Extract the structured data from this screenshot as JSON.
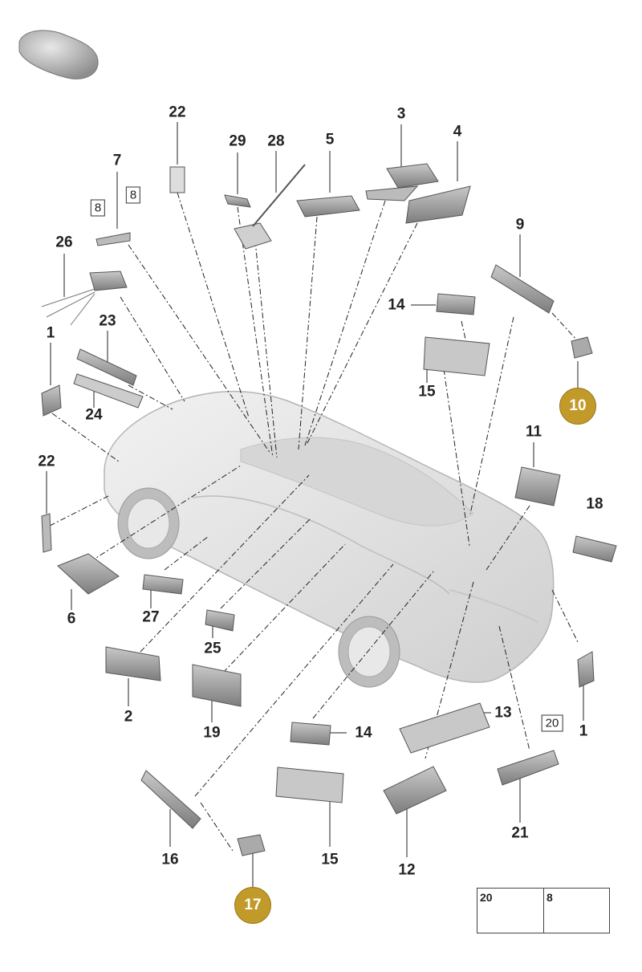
{
  "callouts": [
    {
      "id": "c22a",
      "text": "22"
    },
    {
      "id": "c29",
      "text": "29"
    },
    {
      "id": "c28",
      "text": "28"
    },
    {
      "id": "c5",
      "text": "5"
    },
    {
      "id": "c3",
      "text": "3"
    },
    {
      "id": "c4",
      "text": "4"
    },
    {
      "id": "c7",
      "text": "7"
    },
    {
      "id": "c26",
      "text": "26"
    },
    {
      "id": "c9",
      "text": "9"
    },
    {
      "id": "c14a",
      "text": "14"
    },
    {
      "id": "c23",
      "text": "23"
    },
    {
      "id": "c1a",
      "text": "1"
    },
    {
      "id": "c15a",
      "text": "15"
    },
    {
      "id": "c24",
      "text": "24"
    },
    {
      "id": "c22b",
      "text": "22"
    },
    {
      "id": "c11",
      "text": "11"
    },
    {
      "id": "c18",
      "text": "18"
    },
    {
      "id": "c6",
      "text": "6"
    },
    {
      "id": "c27",
      "text": "27"
    },
    {
      "id": "c25",
      "text": "25"
    },
    {
      "id": "c2",
      "text": "2"
    },
    {
      "id": "c19",
      "text": "19"
    },
    {
      "id": "c13",
      "text": "13"
    },
    {
      "id": "c1b",
      "text": "1"
    },
    {
      "id": "c14b",
      "text": "14"
    },
    {
      "id": "c15b",
      "text": "15"
    },
    {
      "id": "c21",
      "text": "21"
    },
    {
      "id": "c16",
      "text": "16"
    },
    {
      "id": "c12",
      "text": "12"
    }
  ],
  "boxed_callouts": [
    {
      "id": "b8a",
      "text": "8"
    },
    {
      "id": "b8b",
      "text": "8"
    },
    {
      "id": "b20",
      "text": "20"
    }
  ],
  "highlighted_callouts": [
    {
      "id": "h10",
      "text": "10",
      "color": "#c19a2a"
    },
    {
      "id": "h17",
      "text": "17",
      "color": "#c19a2a"
    }
  ],
  "legend": {
    "items": [
      {
        "text": "20",
        "icon": "screw-icon"
      },
      {
        "text": "8",
        "icon": "screw-icon"
      }
    ]
  },
  "colors": {
    "line": "#222222",
    "part": "#9a9a9a",
    "car": "#e2e2e2",
    "gold": "#c19a2a"
  }
}
